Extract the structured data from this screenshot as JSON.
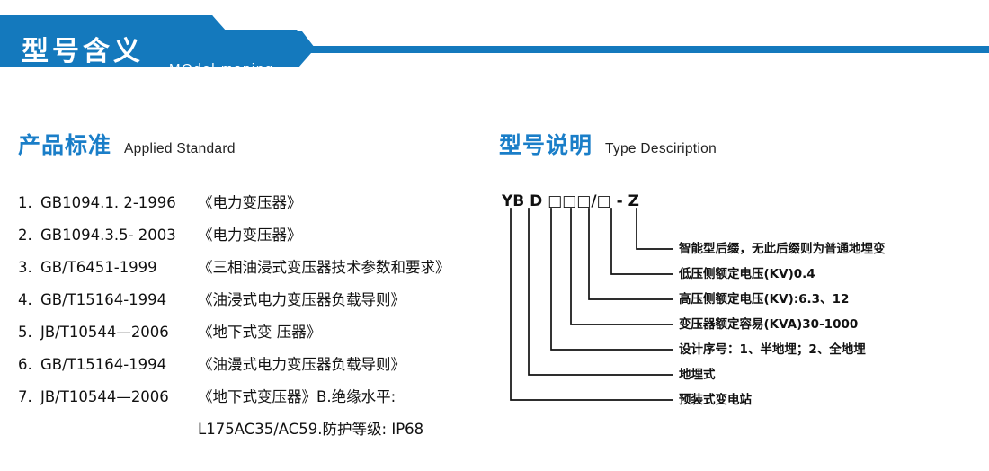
{
  "banner": {
    "title": "型号含义",
    "subtitle": "MOdel maning",
    "color": "#1479bd"
  },
  "sections": {
    "left": {
      "cn": "产品标准",
      "en": "Applied Standard"
    },
    "right": {
      "cn": "型号说明",
      "en": "Type Desciription"
    }
  },
  "standards": [
    {
      "index": "1.",
      "code": "GB1094.1. 2-1996",
      "title": "《电力变压器》"
    },
    {
      "index": "2.",
      "code": "GB1094.3.5- 2003",
      "title": "《电力变压器》"
    },
    {
      "index": "3.",
      "code": "GB/T6451-1999",
      "title": "《三相油浸式变压器技术参数和要求》"
    },
    {
      "index": "4.",
      "code": "GB/T15164-1994",
      "title": "《油浸式电力变压器负载导则》"
    },
    {
      "index": "5.",
      "code": "JB/T10544—2006",
      "title": "《地下式变 压器》"
    },
    {
      "index": "6.",
      "code": "GB/T15164-1994",
      "title": "《油漫式电力变压器负载导则》"
    },
    {
      "index": "7.",
      "code": "JB/T10544—2006",
      "title": "《地下式变压器》B.绝缘水平:"
    }
  ],
  "standards_continuation": "L175AC35/AC59.防护等级: IP68",
  "type_code": {
    "code_string": "YB D □□□/□ - Z",
    "labels": [
      "智能型后缀，无此后缀则为普通地埋变",
      "低压侧额定电压(KV)0.4",
      "高压侧额定电压(KV):6.3、12",
      "变压器额定容易(KVA)30-1000",
      "设计序号：1、半地埋；2、全地埋",
      "地埋式",
      "预装式变电站"
    ]
  }
}
